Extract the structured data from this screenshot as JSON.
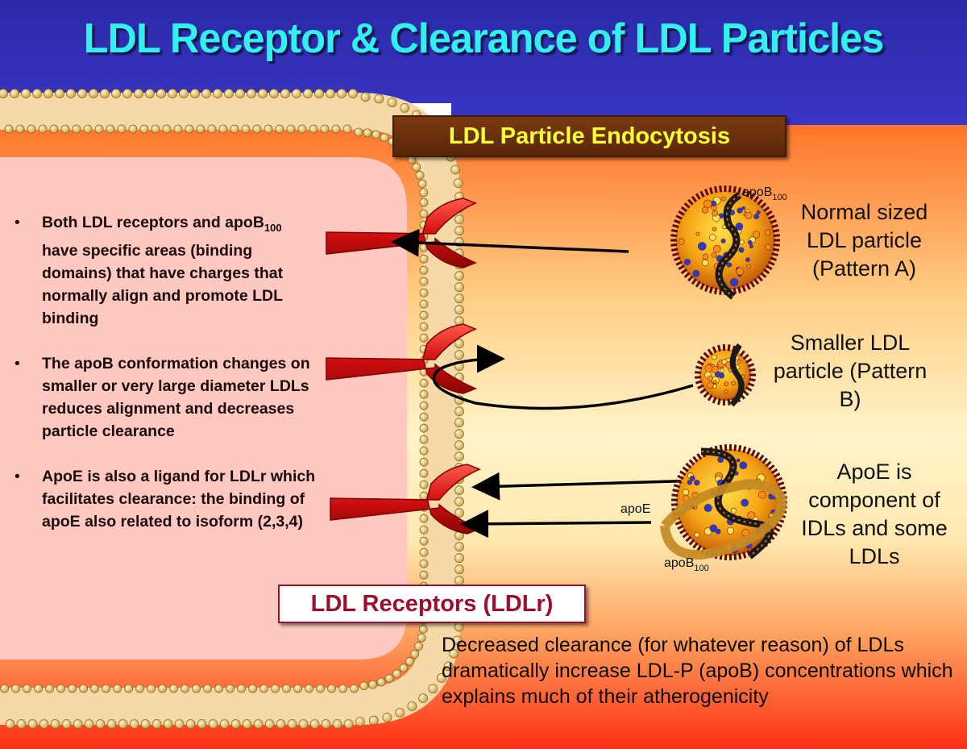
{
  "title": "LDL Receptor & Clearance of LDL Particles",
  "endocytosis_label": "LDL Particle Endocytosis",
  "receptors_label": "LDL Receptors (LDLr)",
  "bullets": [
    {
      "mark": "•",
      "pre": "Both LDL receptors and apoB",
      "sub": "100",
      "post": " have specific areas (binding domains) that have charges that normally align and promote LDL binding"
    },
    {
      "mark": "•",
      "text": "The apoB conformation changes on smaller or very large diameter LDLs reduces alignment and decreases particle clearance"
    },
    {
      "mark": "•",
      "text": "ApoE is also a ligand for LDLr which facilitates clearance: the binding of apoE also related to isoform (2,3,4)"
    }
  ],
  "particles": {
    "normal": "Normal sized LDL particle (Pattern A)",
    "smaller": "Smaller LDL particle (Pattern B)",
    "apoe": "ApoE is component of IDLs and some LDLs"
  },
  "labels": {
    "apob_top": {
      "base": "apoB",
      "sub": "100"
    },
    "apoe": "apoE",
    "apob_bottom": {
      "base": "apoB",
      "sub": "100"
    }
  },
  "bottom_text": "Decreased clearance (for whatever reason) of LDLs dramatically increase LDL-P (apoB) concentrations which explains much of their atherogenicity",
  "colors": {
    "header_bg": "#3a35c4",
    "title": "#33f0f0",
    "receptor": "#d41010",
    "cell_interior": "#ffc8c0",
    "endocytosis_bg": "#6a2e0c",
    "endocytosis_text": "#ffff33",
    "receptor_label_text": "#9a0f2e"
  }
}
